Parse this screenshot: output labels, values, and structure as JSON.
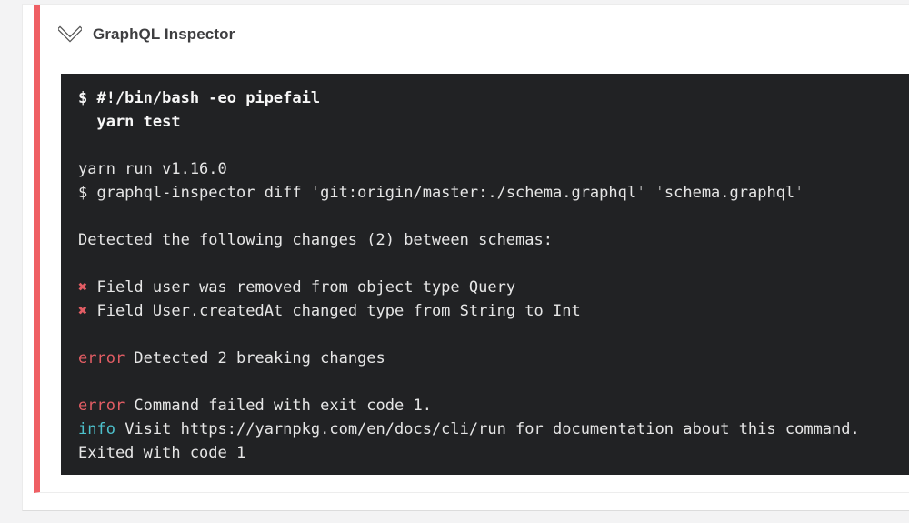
{
  "colors": {
    "page_bg": "#f3f3f4",
    "card_bg": "#ffffff",
    "accent_red": "#ef5f64",
    "terminal_bg": "#212224",
    "terminal_text": "#e6e6e6",
    "terminal_bold_text": "#f7f7f7",
    "dim_text": "#9b9b9b",
    "error_red": "#e25d64",
    "info_cyan": "#4dc0cb",
    "chevron_gray": "#555555"
  },
  "step": {
    "title": "GraphQL Inspector",
    "status": "failed",
    "icon": "chevron-down-icon"
  },
  "terminal": {
    "lines": [
      {
        "segments": [
          {
            "style": "bold",
            "text": "$ #!/bin/bash -eo pipefail"
          }
        ]
      },
      {
        "segments": [
          {
            "style": "bold",
            "text": "  yarn test"
          }
        ]
      },
      {
        "segments": []
      },
      {
        "segments": [
          {
            "style": "plain",
            "text": "yarn run v1.16.0"
          }
        ]
      },
      {
        "segments": [
          {
            "style": "plain",
            "text": "$ graphql-inspector diff "
          },
          {
            "style": "dim",
            "text": "'"
          },
          {
            "style": "plain",
            "text": "git:origin/master:./schema.graphql"
          },
          {
            "style": "dim",
            "text": "'"
          },
          {
            "style": "plain",
            "text": " "
          },
          {
            "style": "dim",
            "text": "'"
          },
          {
            "style": "plain",
            "text": "schema.graphql"
          },
          {
            "style": "dim",
            "text": "'"
          }
        ]
      },
      {
        "segments": []
      },
      {
        "segments": [
          {
            "style": "plain",
            "text": "Detected the following changes (2) between schemas:"
          }
        ]
      },
      {
        "segments": []
      },
      {
        "segments": [
          {
            "style": "cross",
            "text": "✖"
          },
          {
            "style": "plain",
            "text": " Field user was removed from object type Query"
          }
        ]
      },
      {
        "segments": [
          {
            "style": "cross",
            "text": "✖"
          },
          {
            "style": "plain",
            "text": " Field User.createdAt changed type from String to Int"
          }
        ]
      },
      {
        "segments": []
      },
      {
        "segments": [
          {
            "style": "error",
            "text": "error"
          },
          {
            "style": "plain",
            "text": " Detected 2 breaking changes"
          }
        ]
      },
      {
        "segments": []
      },
      {
        "segments": [
          {
            "style": "error",
            "text": "error"
          },
          {
            "style": "plain",
            "text": " Command failed with exit code 1."
          }
        ]
      },
      {
        "segments": [
          {
            "style": "info",
            "text": "info"
          },
          {
            "style": "plain",
            "text": " Visit https://yarnpkg.com/en/docs/cli/run for documentation about this command."
          }
        ]
      },
      {
        "segments": [
          {
            "style": "plain",
            "text": "Exited with code 1"
          }
        ]
      }
    ]
  }
}
